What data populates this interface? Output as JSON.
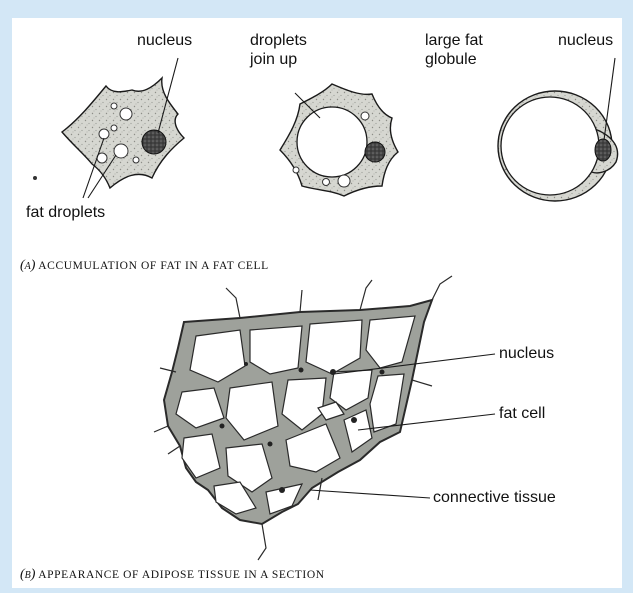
{
  "colors": {
    "background": "#d3e7f6",
    "paper": "#ffffff",
    "cytoplasm": "#d4d5cf",
    "ink": "#1a1a1a",
    "nucleus": "#3a3a3a"
  },
  "panel_a": {
    "labels": {
      "nucleus_1": "nucleus",
      "droplets_join_up": [
        "droplets",
        "join up"
      ],
      "large_fat_globule": [
        "large fat",
        "globule"
      ],
      "nucleus_2": "nucleus",
      "fat_droplets": "fat droplets"
    },
    "caption": {
      "marker": "(a)",
      "text": "ACCUMULATION OF FAT IN A FAT CELL"
    }
  },
  "panel_b": {
    "labels": {
      "nucleus": "nucleus",
      "fat_cell": "fat cell",
      "connective_tissue": "connective tissue"
    },
    "caption": {
      "marker": "(b)",
      "text": "APPEARANCE OF ADIPOSE TISSUE IN A SECTION"
    }
  }
}
